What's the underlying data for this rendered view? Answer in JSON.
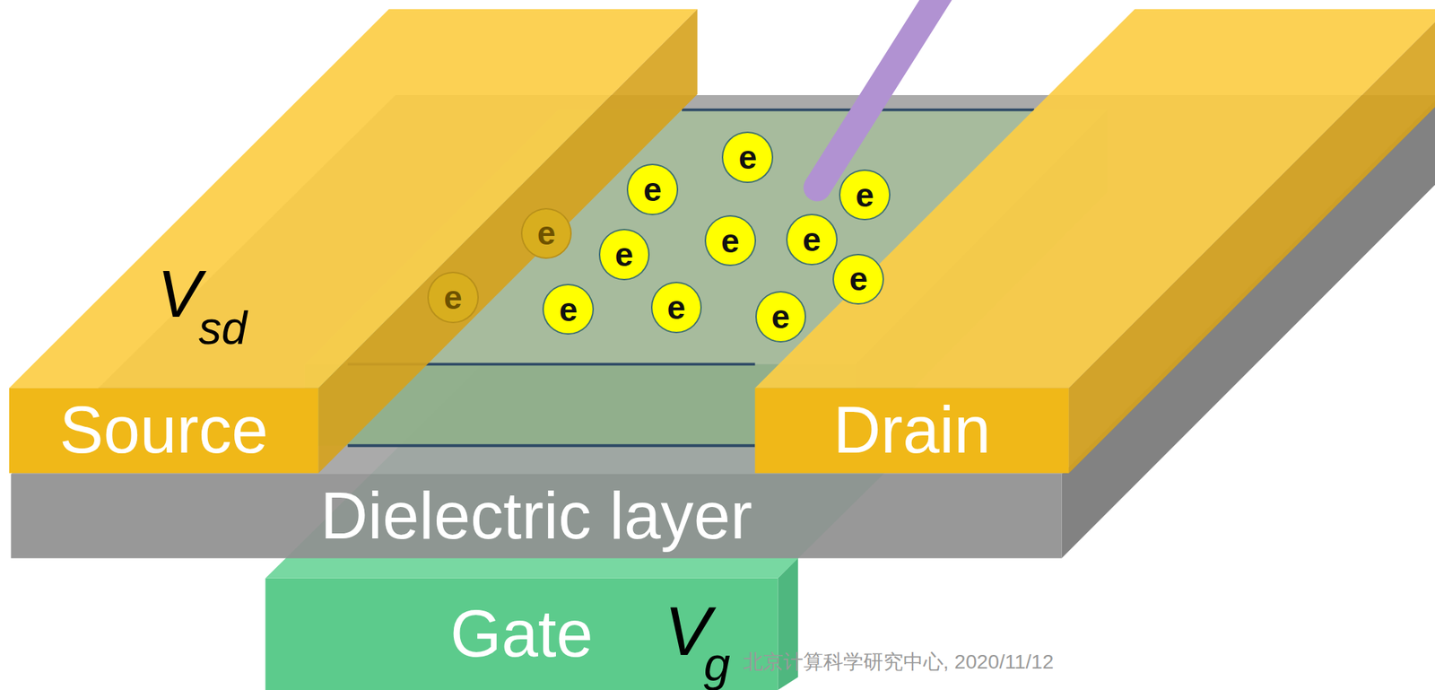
{
  "diagram": {
    "nodes": [
      {
        "text": [
          "Source"
        ]
      },
      {
        "text": [
          "Drain"
        ]
      },
      {
        "text": [
          "Dielectric layer"
        ]
      },
      {
        "text": [
          "Gate"
        ]
      },
      {
        "text": [
          "e"
        ]
      },
      {
        "text": [
          "e"
        ]
      },
      {
        "text": [
          "e"
        ]
      },
      {
        "text": [
          "e"
        ]
      },
      {
        "text": [
          "e"
        ]
      },
      {
        "text": [
          "e"
        ]
      },
      {
        "text": [
          "e"
        ]
      },
      {
        "text": [
          "e"
        ]
      },
      {
        "text": [
          "e"
        ]
      },
      {
        "text": [
          "e"
        ]
      },
      {
        "text": [
          "e"
        ]
      },
      {
        "text": [
          "e"
        ]
      }
    ],
    "labels": [
      "V",
      "sd",
      "V",
      "g",
      "北京计算科学研究中心, 2020/11/12"
    ]
  }
}
